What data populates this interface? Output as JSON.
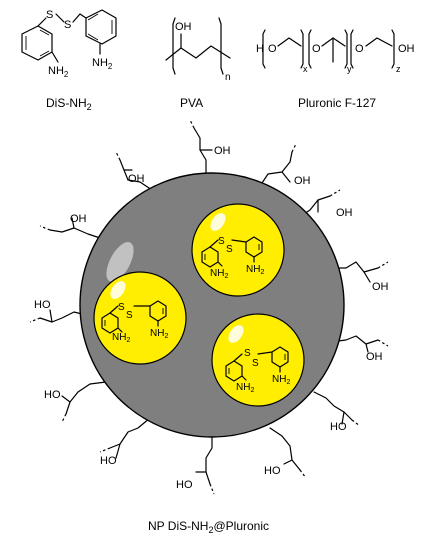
{
  "structures": {
    "dis_nh2": {
      "name": "DiS-NH",
      "name_sub": "2",
      "s_atom": "S",
      "nh": "NH",
      "sub2": "2"
    },
    "pva": {
      "name": "PVA",
      "oh": "OH",
      "n": "n"
    },
    "pluronic": {
      "name": "Pluronic F-127",
      "h": "H",
      "o": "O",
      "oh": "OH",
      "x": "x",
      "y": "y",
      "z": "z"
    }
  },
  "nanoparticle": {
    "label_prefix": "NP DiS-NH",
    "label_sub": "2",
    "label_suffix": "@Pluronic",
    "chain_oh": "HO",
    "chain_oh_right": "OH",
    "inner_s": "S",
    "inner_nh": "NH",
    "inner_sub": "2"
  },
  "colors": {
    "particle_fill": "#7f7f7f",
    "particle_stroke": "#000000",
    "core_fill": "#ffee00",
    "highlight": "#c9c9c9"
  }
}
